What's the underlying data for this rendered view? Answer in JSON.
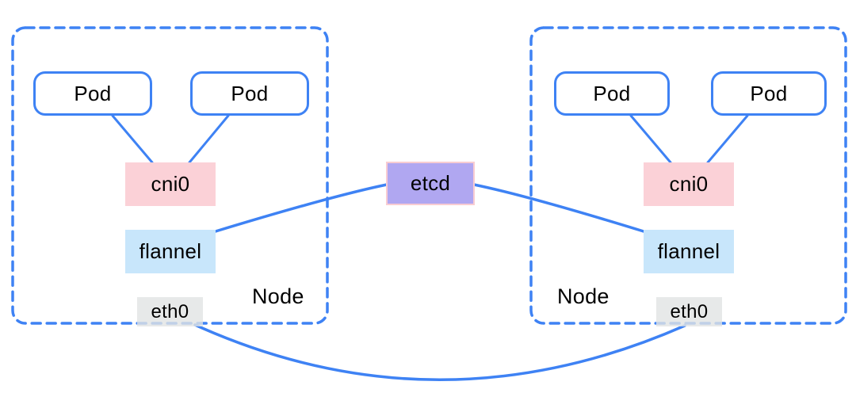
{
  "diagram": {
    "description": "Kubernetes flannel overlay network across two nodes with central etcd datastore",
    "nodes": [
      {
        "label": "Node",
        "pods": [
          {
            "label": "Pod"
          },
          {
            "label": "Pod"
          }
        ],
        "bridge": {
          "label": "cni0"
        },
        "overlay_agent": {
          "label": "flannel"
        },
        "interface": {
          "label": "eth0"
        }
      },
      {
        "label": "Node",
        "pods": [
          {
            "label": "Pod"
          },
          {
            "label": "Pod"
          }
        ],
        "bridge": {
          "label": "cni0"
        },
        "overlay_agent": {
          "label": "flannel"
        },
        "interface": {
          "label": "eth0"
        }
      }
    ],
    "datastore": {
      "label": "etcd"
    },
    "edges": [
      {
        "from": "node1.pod1",
        "to": "node1.cni0",
        "style": "straight"
      },
      {
        "from": "node1.pod2",
        "to": "node1.cni0",
        "style": "straight"
      },
      {
        "from": "node2.pod1",
        "to": "node2.cni0",
        "style": "straight"
      },
      {
        "from": "node2.pod2",
        "to": "node2.cni0",
        "style": "straight"
      },
      {
        "from": "node1.flannel",
        "to": "etcd",
        "style": "curved"
      },
      {
        "from": "etcd",
        "to": "node2.flannel",
        "style": "curved"
      },
      {
        "from": "node1.eth0",
        "to": "node2.eth0",
        "style": "curved-arc-bottom"
      }
    ],
    "colors": {
      "line_blue": "#3e82f4",
      "node_border_blue": "#3e82f4",
      "pod_border_blue": "#3e82f4",
      "cni0_fill_pink": "#fbd1d7",
      "flannel_fill_blue": "#c8e6fb",
      "eth0_fill_gray": "#e1e4e4",
      "etcd_fill_purple": "#b0a7f1",
      "etcd_border_pink": "#f8ccd2",
      "text": "#000000"
    }
  }
}
